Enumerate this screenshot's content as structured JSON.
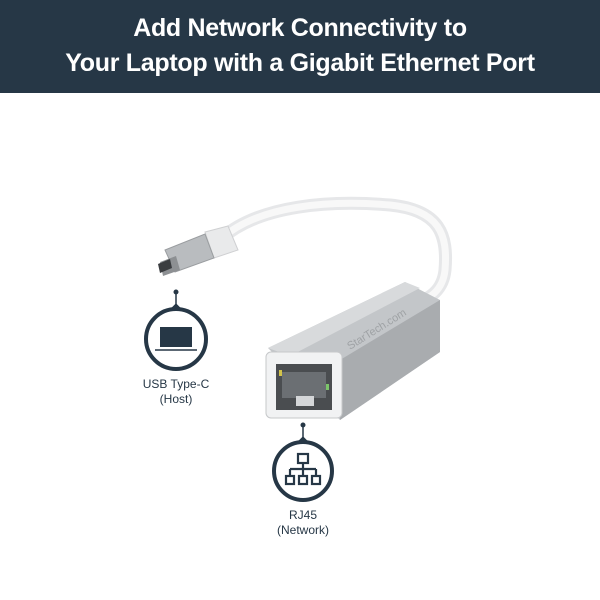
{
  "banner": {
    "line1": "Add Network Connectivity to",
    "line2": "Your Laptop with a Gigabit Ethernet Port",
    "background": "#263746"
  },
  "product": {
    "brand_text": "StarTech.com"
  },
  "callouts": [
    {
      "icon": "laptop-icon",
      "line1": "USB Type-C",
      "line2": "(Host)"
    },
    {
      "icon": "network-icon",
      "line1": "RJ45",
      "line2": "(Network)"
    }
  ]
}
